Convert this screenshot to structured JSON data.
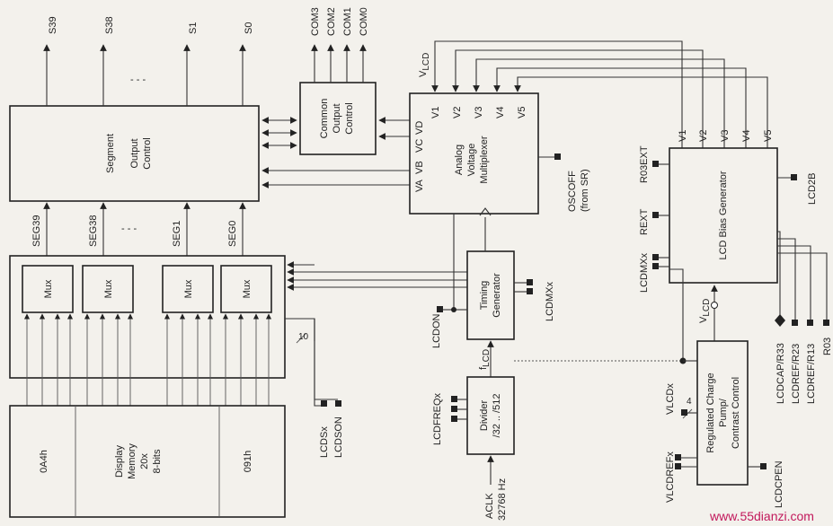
{
  "blocks": {
    "segment_output_control": [
      "Segment",
      "Output",
      "Control"
    ],
    "mux": "Mux",
    "display_memory": [
      "Display",
      "Memory",
      "20x",
      "8-bits"
    ],
    "mem_left": "0A4h",
    "mem_right": "091h",
    "common_output_control": [
      "Common",
      "Output",
      "Control"
    ],
    "analog_mux": [
      "Analog",
      "Voltage",
      "Multiplexer"
    ],
    "timing_generator": [
      "Timing",
      "Generator"
    ],
    "divider": [
      "Divider",
      "/32 .. /512"
    ],
    "lcd_bias_generator": "LCD Bias Generator",
    "charge_pump": [
      "Regulated Charge",
      "Pump/",
      "Contrast Control"
    ]
  },
  "outputs": {
    "s39": "S39",
    "s38": "S38",
    "s1": "S1",
    "s0": "S0",
    "com3": "COM3",
    "com2": "COM2",
    "com1": "COM1",
    "com0": "COM0"
  },
  "segments": {
    "seg39": "SEG39",
    "seg38": "SEG38",
    "seg1": "SEG1",
    "seg0": "SEG0",
    "ellipsis": "- - -"
  },
  "voltages": {
    "v1": "V1",
    "v2": "V2",
    "v3": "V3",
    "v4": "V4",
    "v5": "V5",
    "va": "VA",
    "vb": "VB",
    "vc": "VC",
    "vd": "VD",
    "vlcd": "V",
    "vlcd_sub": "LCD",
    "flcd": "f",
    "flcd_sub": "LCD"
  },
  "signals": {
    "bus_width": "10",
    "lcdsx": "LCDSx",
    "lcdson": "LCDSON",
    "lcdon": "LCDON",
    "lcdmxx": "LCDMXx",
    "lcdfreqx": "LCDFREQx",
    "aclk": "ACLK",
    "aclk_freq": "32768 Hz",
    "oscoff": "OSCOFF",
    "oscoff_src": "(from SR)",
    "r03ext": "R03EXT",
    "rext": "REXT",
    "lcd2b": "LCD2B",
    "lcdcap": "LCDCAP/R33",
    "lcdref23": "LCDREF/R23",
    "lcdref13": "LCDREF/R13",
    "r03": "R03",
    "vlcdx": "VLCDx",
    "vlcdx_width": "4",
    "vlcdrefx": "VLCDREFx",
    "lcdcpen": "LCDCPEN"
  },
  "watermark": "www.55dianzi.com"
}
